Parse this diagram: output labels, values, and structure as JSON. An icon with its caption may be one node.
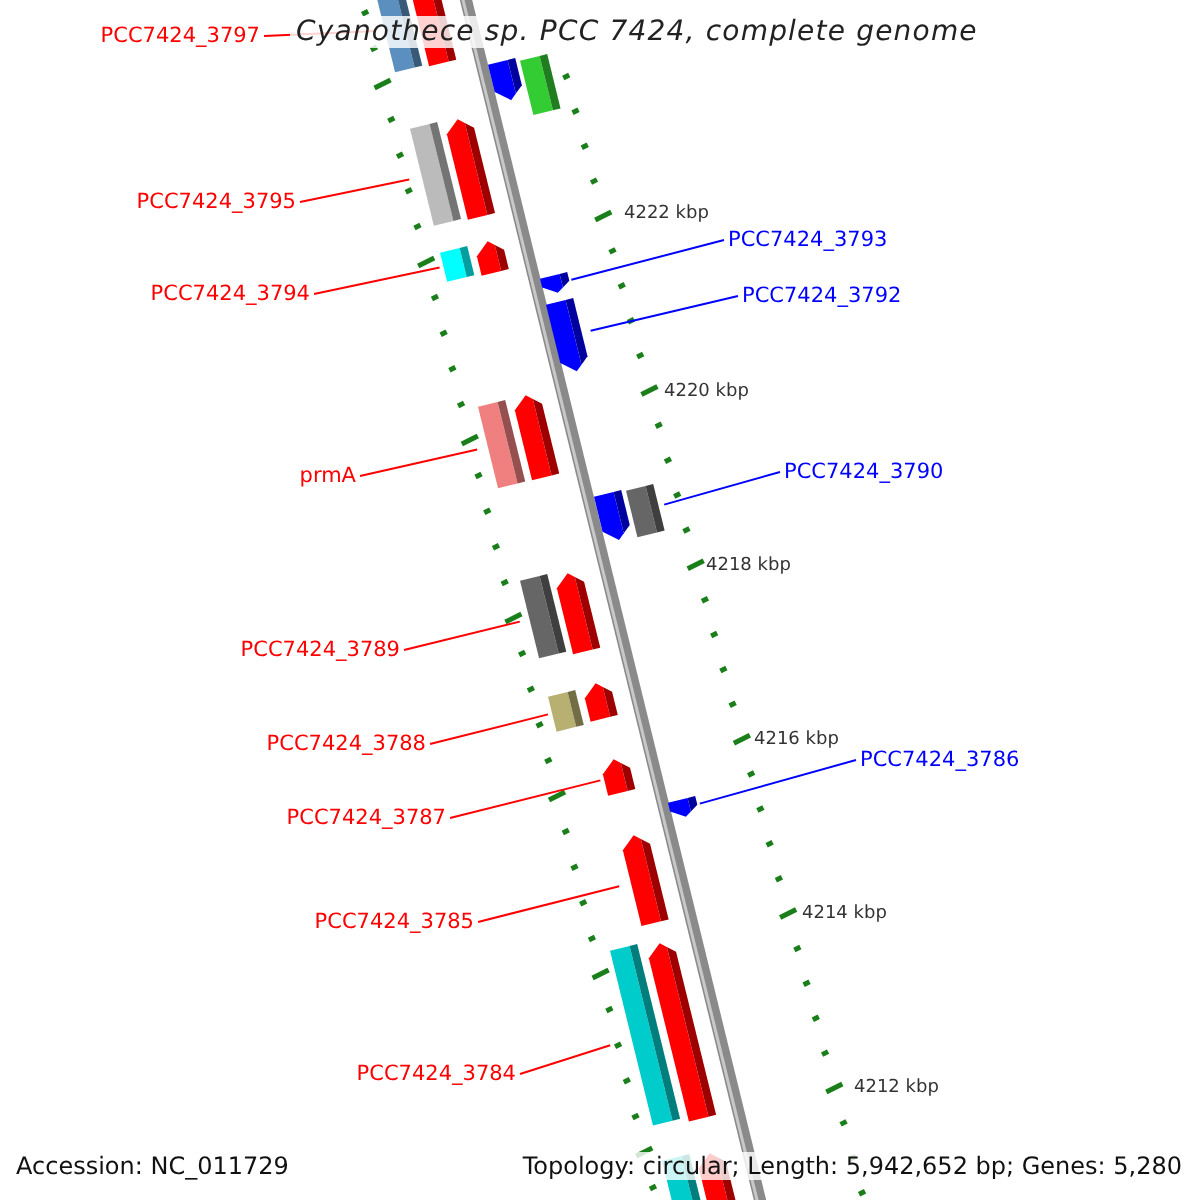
{
  "diagram": {
    "title": "Cyanothece sp. PCC 7424, complete genome",
    "nodes": [
      {
        "text": [
          "PCC7424_3797"
        ]
      },
      {
        "text": [],
        "shape": "box"
      },
      {
        "text": [],
        "shape": "box"
      },
      {
        "text": [],
        "shape": "box"
      },
      {
        "text": [],
        "shape": "box"
      },
      {
        "text": [
          "PCC7424_3795"
        ]
      },
      {
        "text": [],
        "shape": "box"
      },
      {
        "text": [],
        "shape": "box"
      },
      {
        "text": [
          "PCC7424_3794"
        ]
      },
      {
        "text": [],
        "shape": "box"
      },
      {
        "text": [],
        "shape": "box"
      },
      {
        "text": [
          "PCC7424_3793"
        ]
      },
      {
        "text": [],
        "shape": "box"
      },
      {
        "text": [
          "PCC7424_3792"
        ]
      },
      {
        "text": [],
        "shape": "box"
      },
      {
        "text": [
          "prmA"
        ]
      },
      {
        "text": [],
        "shape": "box"
      },
      {
        "text": [],
        "shape": "box"
      },
      {
        "text": [
          "PCC7424_3790"
        ]
      },
      {
        "text": [],
        "shape": "box"
      },
      {
        "text": [],
        "shape": "box"
      },
      {
        "text": [
          "PCC7424_3789"
        ]
      },
      {
        "text": [],
        "shape": "box"
      },
      {
        "text": [],
        "shape": "box"
      },
      {
        "text": [
          "PCC7424_3788"
        ]
      },
      {
        "text": [],
        "shape": "box"
      },
      {
        "text": [],
        "shape": "box"
      },
      {
        "text": [
          "PCC7424_3787"
        ]
      },
      {
        "text": [],
        "shape": "box"
      },
      {
        "text": [
          "PCC7424_3786"
        ]
      },
      {
        "text": [],
        "shape": "box"
      },
      {
        "text": [
          "PCC7424_3785"
        ]
      },
      {
        "text": [],
        "shape": "box"
      },
      {
        "text": [
          "PCC7424_3784"
        ]
      },
      {
        "text": [],
        "shape": "box"
      },
      {
        "text": [],
        "shape": "box"
      },
      {
        "text": [],
        "shape": "box"
      },
      {
        "text": [],
        "shape": "box"
      }
    ],
    "edges": [
      {
        "from": 0,
        "to": 1,
        "arrow": "none"
      },
      {
        "from": 5,
        "to": 6,
        "arrow": "none"
      },
      {
        "from": 8,
        "to": 9,
        "arrow": "none"
      },
      {
        "from": 11,
        "to": 12,
        "arrow": "none",
        "color": "#0000ff"
      },
      {
        "from": 13,
        "to": 14,
        "arrow": "none",
        "color": "#0000ff"
      },
      {
        "from": 15,
        "to": 16,
        "arrow": "none"
      },
      {
        "from": 18,
        "to": 20,
        "arrow": "none",
        "color": "#0000ff"
      },
      {
        "from": 21,
        "to": 22,
        "arrow": "none"
      },
      {
        "from": 24,
        "to": 25,
        "arrow": "none"
      },
      {
        "from": 27,
        "to": 28,
        "arrow": "none"
      },
      {
        "from": 29,
        "to": 30,
        "arrow": "none",
        "color": "#0000ff"
      },
      {
        "from": 31,
        "to": 32,
        "arrow": "none"
      },
      {
        "from": 33,
        "to": 34,
        "arrow": "none"
      }
    ],
    "labels": [
      "4222 kbp",
      "4220 kbp",
      "4218 kbp",
      "4216 kbp",
      "4214 kbp",
      "4212 kbp",
      "Accession: NC_011729",
      "Topology: circular; Length: 5,942,652 bp; Genes: 5,280"
    ]
  }
}
